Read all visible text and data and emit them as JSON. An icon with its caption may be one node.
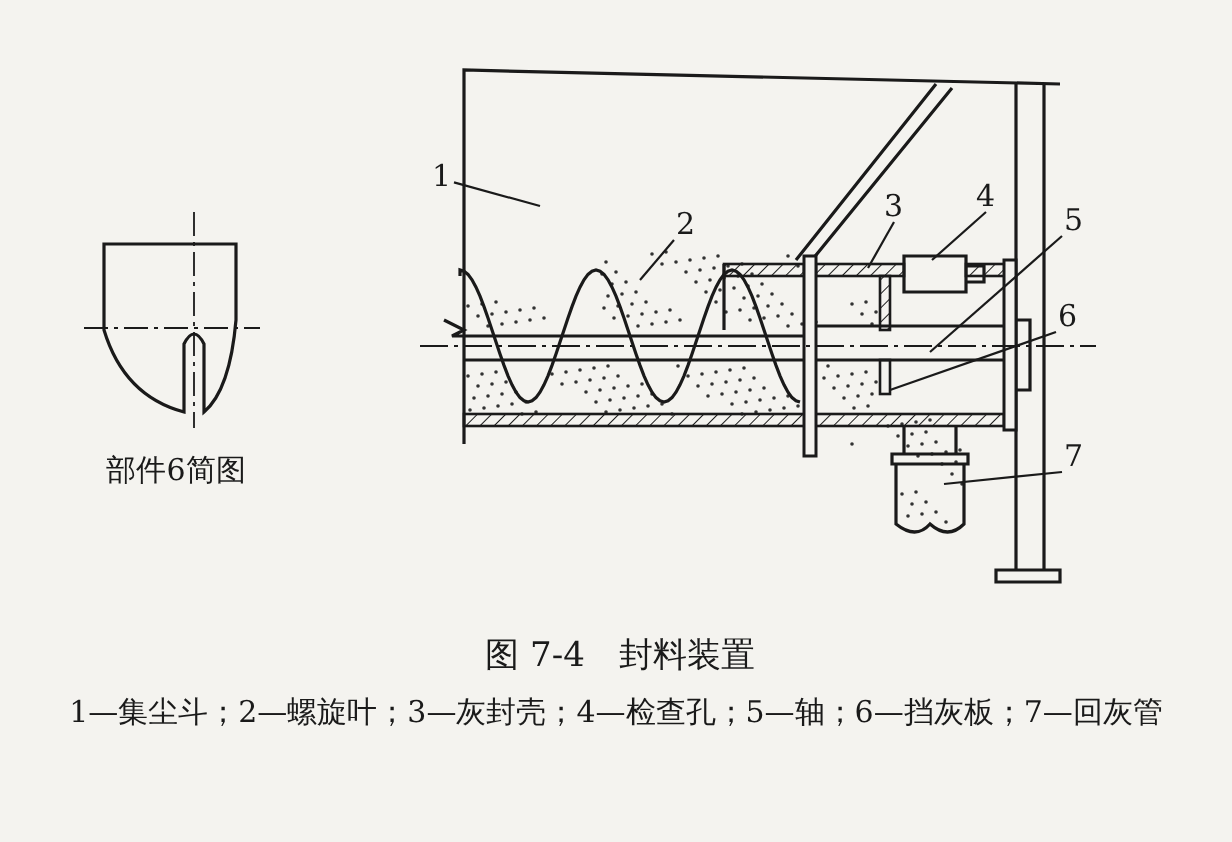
{
  "diagram": {
    "title": "图 7-4　封料装置",
    "caption": "1—集尘斗；2—螺旋叶；3—灰封壳；4—检查孔；5—轴；6—挡灰板；7—回灰管",
    "nodes": [
      {
        "text": [
          "1"
        ]
      },
      {
        "text": [
          "2"
        ]
      },
      {
        "text": [
          "3"
        ]
      },
      {
        "text": [
          "4"
        ]
      },
      {
        "text": [
          "5"
        ]
      },
      {
        "text": [
          "6"
        ]
      },
      {
        "text": [
          "7"
        ]
      }
    ],
    "edges": [
      {
        "from": 0,
        "to": null,
        "arrow": "none"
      },
      {
        "from": 1,
        "to": null,
        "arrow": "none"
      },
      {
        "from": 2,
        "to": null,
        "arrow": "none"
      },
      {
        "from": 3,
        "to": null,
        "arrow": "none"
      },
      {
        "from": 4,
        "to": null,
        "arrow": "none"
      },
      {
        "from": 5,
        "to": null,
        "arrow": "none"
      },
      {
        "from": 6,
        "to": null,
        "arrow": "none"
      }
    ],
    "labels": [
      "部件6简图"
    ]
  }
}
